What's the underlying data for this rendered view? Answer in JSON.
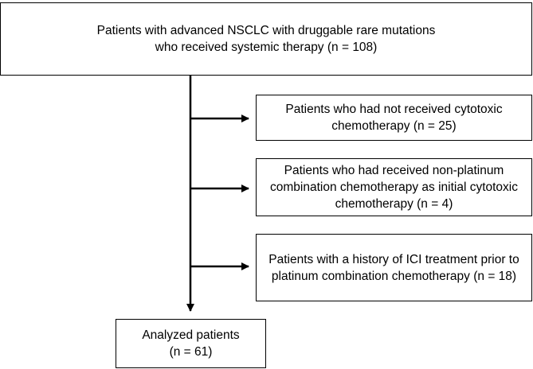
{
  "flowchart": {
    "top": {
      "line1": "Patients with advanced NSCLC with druggable rare mutations",
      "line2": "who received systemic therapy (n = 108)"
    },
    "exclusions": [
      {
        "line1": "Patients who had not received cytotoxic",
        "line2": "chemotherapy (n = 25)"
      },
      {
        "line1": "Patients who had received non-platinum",
        "line2": "combination chemotherapy as initial cytotoxic",
        "line3": "chemotherapy (n = 4)"
      },
      {
        "line1": "Patients with a history of ICI treatment prior to",
        "line2": "platinum combination chemotherapy (n = 18)"
      }
    ],
    "final": {
      "line1": "Analyzed patients",
      "line2": "(n = 61)"
    }
  }
}
